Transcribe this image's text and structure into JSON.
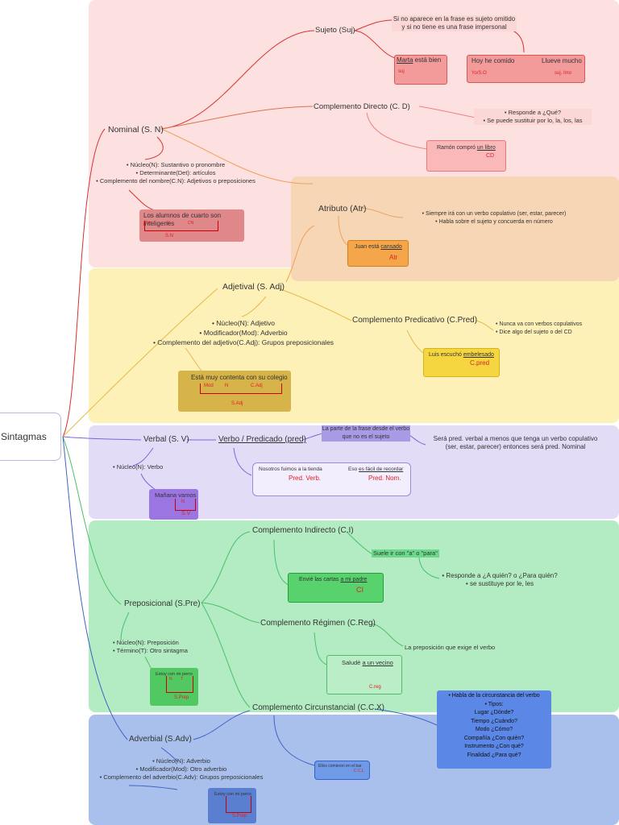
{
  "root": "Sintagmas",
  "nominal": {
    "title": "Nominal (S. N)",
    "items": [
      "Núcleo(N): Sustantivo o pronombre",
      "Determinante(Det): artículos",
      "Complemento del nombre(C.N): Adjetivos o preposiciones"
    ],
    "example": "Los alumnos de cuarto son inteligenes",
    "example_tags": [
      "Det",
      "N",
      "CN",
      "S.N"
    ]
  },
  "sujeto": {
    "title": "Sujeto (Suj)",
    "note": [
      "Si no aparece en la frase es sujeto omitido",
      "y si no tiene es una frase impersonal"
    ],
    "example1": {
      "text1": "Marta",
      "text2": " está bien",
      "tag": "suj"
    },
    "example2": {
      "text1": "Hoy he comido",
      "text2": "Llueve mucho",
      "tag1": "Yo/S.O",
      "tag2": "suj. Imo"
    }
  },
  "cd": {
    "title": "Complemento Directo (C. D)",
    "items": [
      "Responde a ¿Qué?",
      "Se puede sustituir por lo, la, los, las"
    ],
    "example": {
      "text1": "Ramón compró ",
      "text2": "un libro",
      "tag": "CD"
    }
  },
  "atributo": {
    "title": "Atributo (Atr)",
    "items": [
      "Siempre irá con un verbo copulativo (ser, estar, parecer)",
      "Habla sobre el sujeto y concuerda en número"
    ],
    "example": {
      "text1": "Juan está ",
      "text2": "cansado",
      "tag": "Atr"
    }
  },
  "adjetival": {
    "title": "Adjetival (S. Adj)",
    "items": [
      "Núcleo(N): Adjetivo",
      "Modificador(Mod): Adverbio",
      "Complemento del adjetivo(C.Adj): Grupos preposicionales"
    ],
    "example": "Está muy contenta con su colegio",
    "example_tags": [
      "Mod",
      "N",
      "C.Adj",
      "S.Adj"
    ]
  },
  "cpred": {
    "title": "Complemento Predicativo (C.Pred)",
    "items": [
      "Nunca va con verbos copulativos",
      "Dice algo del sujeto o del CD"
    ],
    "example": {
      "text1": "Luis escuchó ",
      "text2": "embelesado",
      "tag": "C.pred"
    }
  },
  "verbal": {
    "title": "Verbal (S. V)",
    "items": [
      "Núcleo(N): Verbo"
    ],
    "example": "Mañana vamos",
    "example_tags": [
      "N",
      "S.V"
    ]
  },
  "verbo": {
    "title": "Verbo / Predicado (pred)",
    "note": [
      "La parte de la frase desde el verbo",
      "que no es el sujeto"
    ],
    "rule": [
      "Será pred. verbal a menos que tenga un verbo copulativo",
      "(ser, estar, parecer) entonces será pred. Nominal"
    ],
    "ex1": {
      "text": "Nosotros fuimos a la tienda",
      "tag": "Pred. Verb."
    },
    "ex2": {
      "text1": "Eso ",
      "text2": "es fácil de recordar",
      "tag": "Pred. Nom."
    }
  },
  "preposicional": {
    "title": "Preposicional (S.Pre)",
    "items": [
      "Núcleo(N): Preposición",
      "Término(T): Otro sintagma"
    ],
    "example": "Estoy con mi perro",
    "example_tags": [
      "N",
      "T",
      "S.Prep"
    ]
  },
  "ci": {
    "title": "Complemento Indirecto (C.I)",
    "note": "Suele ir con \"a\" o \"para\"",
    "items": [
      "Responde a ¿A quién? o ¿Para quién?",
      "se sustituye por le, les"
    ],
    "example": {
      "text1": "Envié las cartas ",
      "text2": "a mi padre",
      "tag": "CI"
    }
  },
  "creg": {
    "title": "Complemento Régimen (C.Reg)",
    "note": "La preposición que exige el verbo",
    "example": {
      "text1": "Saludé ",
      "text2": "a un vecino",
      "tag": "C.reg"
    }
  },
  "ccx": {
    "title": "Complemento Circunstancial (C.C.X)",
    "items": [
      "Habla de la circunstancia del verbo",
      "Tipos:",
      "Lugar ¿Dónde?",
      "Tiempo ¿Cuándo?",
      "Modo ¿Cómo?",
      "Compañía ¿Con quién?",
      "Instrumento ¿Con qué?",
      "Finalidad ¿Para qué?"
    ],
    "example": {
      "text": "Ellos comieron en el bar",
      "tag": "C.C.L"
    }
  },
  "adverbial": {
    "title": "Adverbial (S.Adv)",
    "items": [
      "Núcleo(N): Adverbio",
      "Modificador(Mod): Otro adverbio",
      "Complemento del adverbio(C.Adv): Grupos preposicionales"
    ],
    "example": "Estoy con mi perro",
    "example_tags": [
      "S.Prep"
    ]
  },
  "colors": {
    "nominal_band": "#fde0e0",
    "atr_band": "#f7d6b5",
    "adj_band": "#fdf1b8",
    "verbal_band": "#e2dcf7",
    "prep_band": "#b3ecc2",
    "adv_band": "#a9c0ec"
  }
}
